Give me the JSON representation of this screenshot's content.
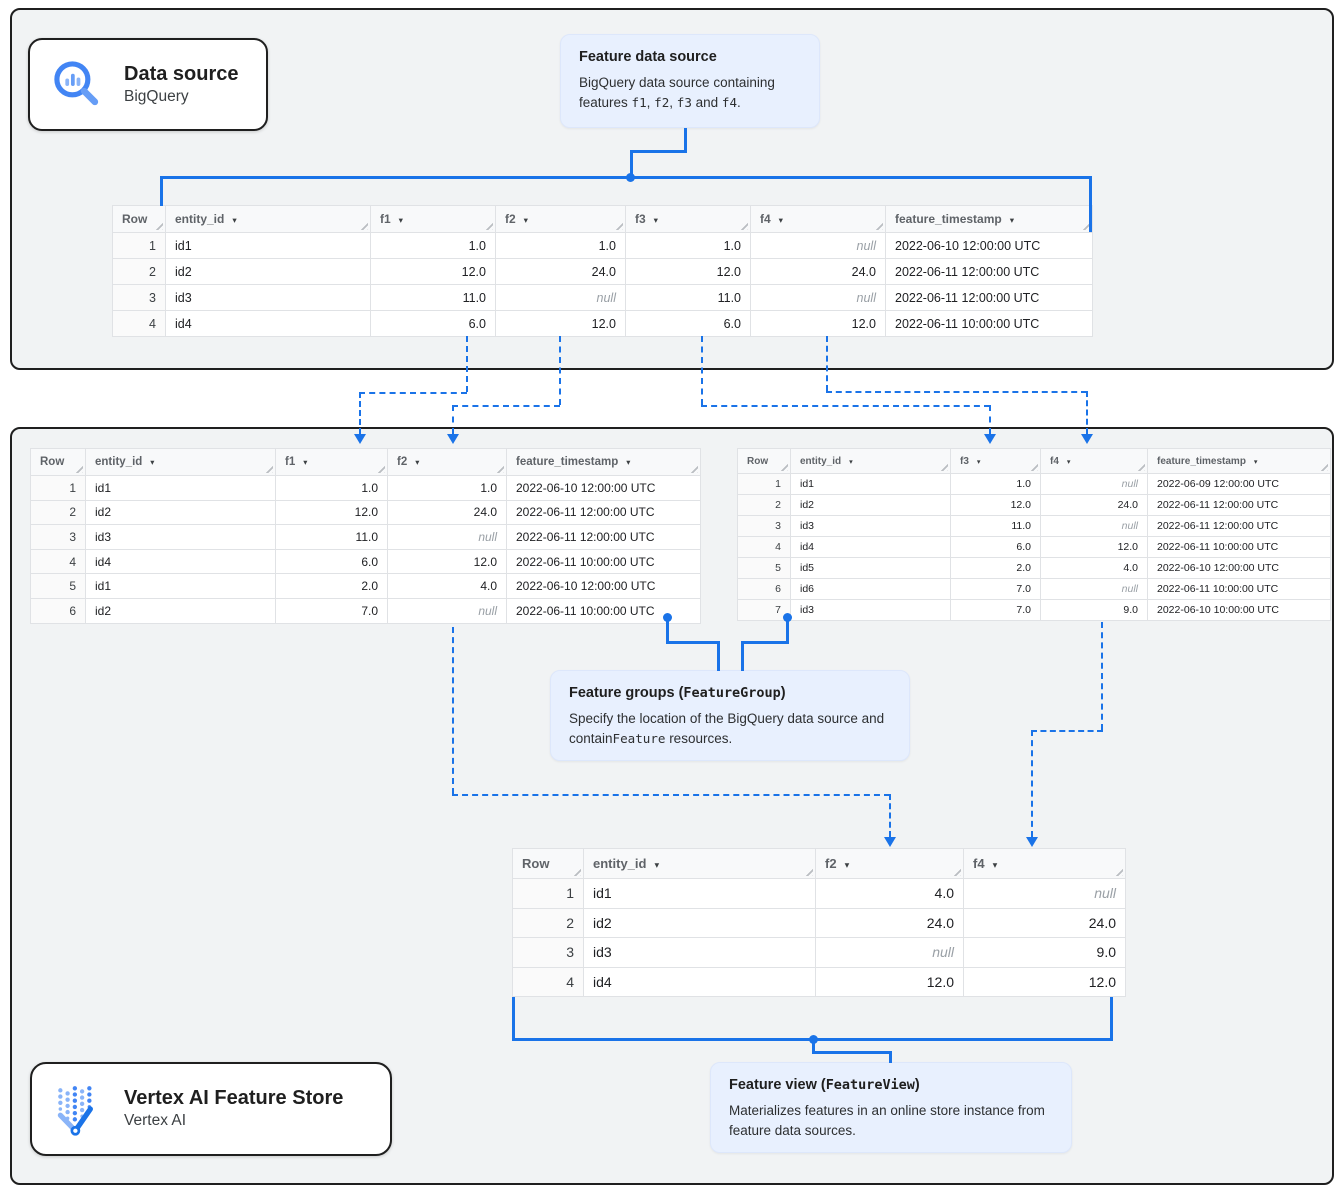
{
  "icons": {
    "sort_caret": "▾",
    "data_source_icon": "bigquery-magnifier-icon",
    "vertex_icon": "vertex-ai-icon"
  },
  "cards": {
    "data_source": {
      "title": "Data source",
      "subtitle": "BigQuery"
    },
    "vertex": {
      "title": "Vertex AI Feature Store",
      "subtitle": "Vertex AI"
    }
  },
  "callouts": {
    "feature_data_source": {
      "title": "Feature data source",
      "body_parts": [
        {
          "t": "BigQuery data source containing features "
        },
        {
          "t": "f1",
          "m": 1
        },
        {
          "t": ", "
        },
        {
          "t": "f2",
          "m": 1
        },
        {
          "t": ", "
        },
        {
          "t": "f3",
          "m": 1
        },
        {
          "t": " and "
        },
        {
          "t": "f4",
          "m": 1
        },
        {
          "t": "."
        }
      ]
    },
    "feature_groups": {
      "title_parts": [
        {
          "t": "Feature groups ("
        },
        {
          "t": "FeatureGroup",
          "m": 1
        },
        {
          "t": ")"
        }
      ],
      "body_parts": [
        {
          "t": "Specify the location of the BigQuery data source and contain"
        },
        {
          "t": "Feature",
          "m": 1
        },
        {
          "t": " resources."
        }
      ]
    },
    "feature_view": {
      "title_parts": [
        {
          "t": "Feature view ("
        },
        {
          "t": "FeatureView",
          "m": 1
        },
        {
          "t": ")"
        }
      ],
      "body_parts": [
        {
          "t": "Materializes features in an online store instance from feature data sources."
        }
      ]
    }
  },
  "tables": {
    "source": {
      "columns": [
        "Row",
        "entity_id",
        "f1",
        "f2",
        "f3",
        "f4",
        "feature_timestamp"
      ],
      "rows": [
        [
          "1",
          "id1",
          "1.0",
          "1.0",
          "1.0",
          "null",
          "2022-06-10 12:00:00 UTC"
        ],
        [
          "2",
          "id2",
          "12.0",
          "24.0",
          "12.0",
          "24.0",
          "2022-06-11 12:00:00 UTC"
        ],
        [
          "3",
          "id3",
          "11.0",
          "null",
          "11.0",
          "null",
          "2022-06-11 12:00:00 UTC"
        ],
        [
          "4",
          "id4",
          "6.0",
          "12.0",
          "6.0",
          "12.0",
          "2022-06-11 10:00:00 UTC"
        ]
      ]
    },
    "group1": {
      "columns": [
        "Row",
        "entity_id",
        "f1",
        "f2",
        "feature_timestamp"
      ],
      "rows": [
        [
          "1",
          "id1",
          "1.0",
          "1.0",
          "2022-06-10 12:00:00 UTC"
        ],
        [
          "2",
          "id2",
          "12.0",
          "24.0",
          "2022-06-11 12:00:00 UTC"
        ],
        [
          "3",
          "id3",
          "11.0",
          "null",
          "2022-06-11 12:00:00 UTC"
        ],
        [
          "4",
          "id4",
          "6.0",
          "12.0",
          "2022-06-11 10:00:00 UTC"
        ],
        [
          "5",
          "id1",
          "2.0",
          "4.0",
          "2022-06-10 12:00:00 UTC"
        ],
        [
          "6",
          "id2",
          "7.0",
          "null",
          "2022-06-11 10:00:00 UTC"
        ]
      ]
    },
    "group2": {
      "columns": [
        "Row",
        "entity_id",
        "f3",
        "f4",
        "feature_timestamp"
      ],
      "rows": [
        [
          "1",
          "id1",
          "1.0",
          "null",
          "2022-06-09 12:00:00 UTC"
        ],
        [
          "2",
          "id2",
          "12.0",
          "24.0",
          "2022-06-11 12:00:00 UTC"
        ],
        [
          "3",
          "id3",
          "11.0",
          "null",
          "2022-06-11 12:00:00 UTC"
        ],
        [
          "4",
          "id4",
          "6.0",
          "12.0",
          "2022-06-11 10:00:00 UTC"
        ],
        [
          "5",
          "id5",
          "2.0",
          "4.0",
          "2022-06-10 12:00:00 UTC"
        ],
        [
          "6",
          "id6",
          "7.0",
          "null",
          "2022-06-11 10:00:00 UTC"
        ],
        [
          "7",
          "id3",
          "7.0",
          "9.0",
          "2022-06-10 10:00:00 UTC"
        ]
      ]
    },
    "view": {
      "columns": [
        "Row",
        "entity_id",
        "f2",
        "f4"
      ],
      "rows": [
        [
          "1",
          "id1",
          "4.0",
          "null"
        ],
        [
          "2",
          "id2",
          "24.0",
          "24.0"
        ],
        [
          "3",
          "id3",
          "null",
          "9.0"
        ],
        [
          "4",
          "id4",
          "12.0",
          "12.0"
        ]
      ]
    }
  },
  "colors": {
    "connector_blue": "#1a73e8",
    "callout_bg": "#e8f0fe",
    "section_bg": "#f1f3f4"
  }
}
